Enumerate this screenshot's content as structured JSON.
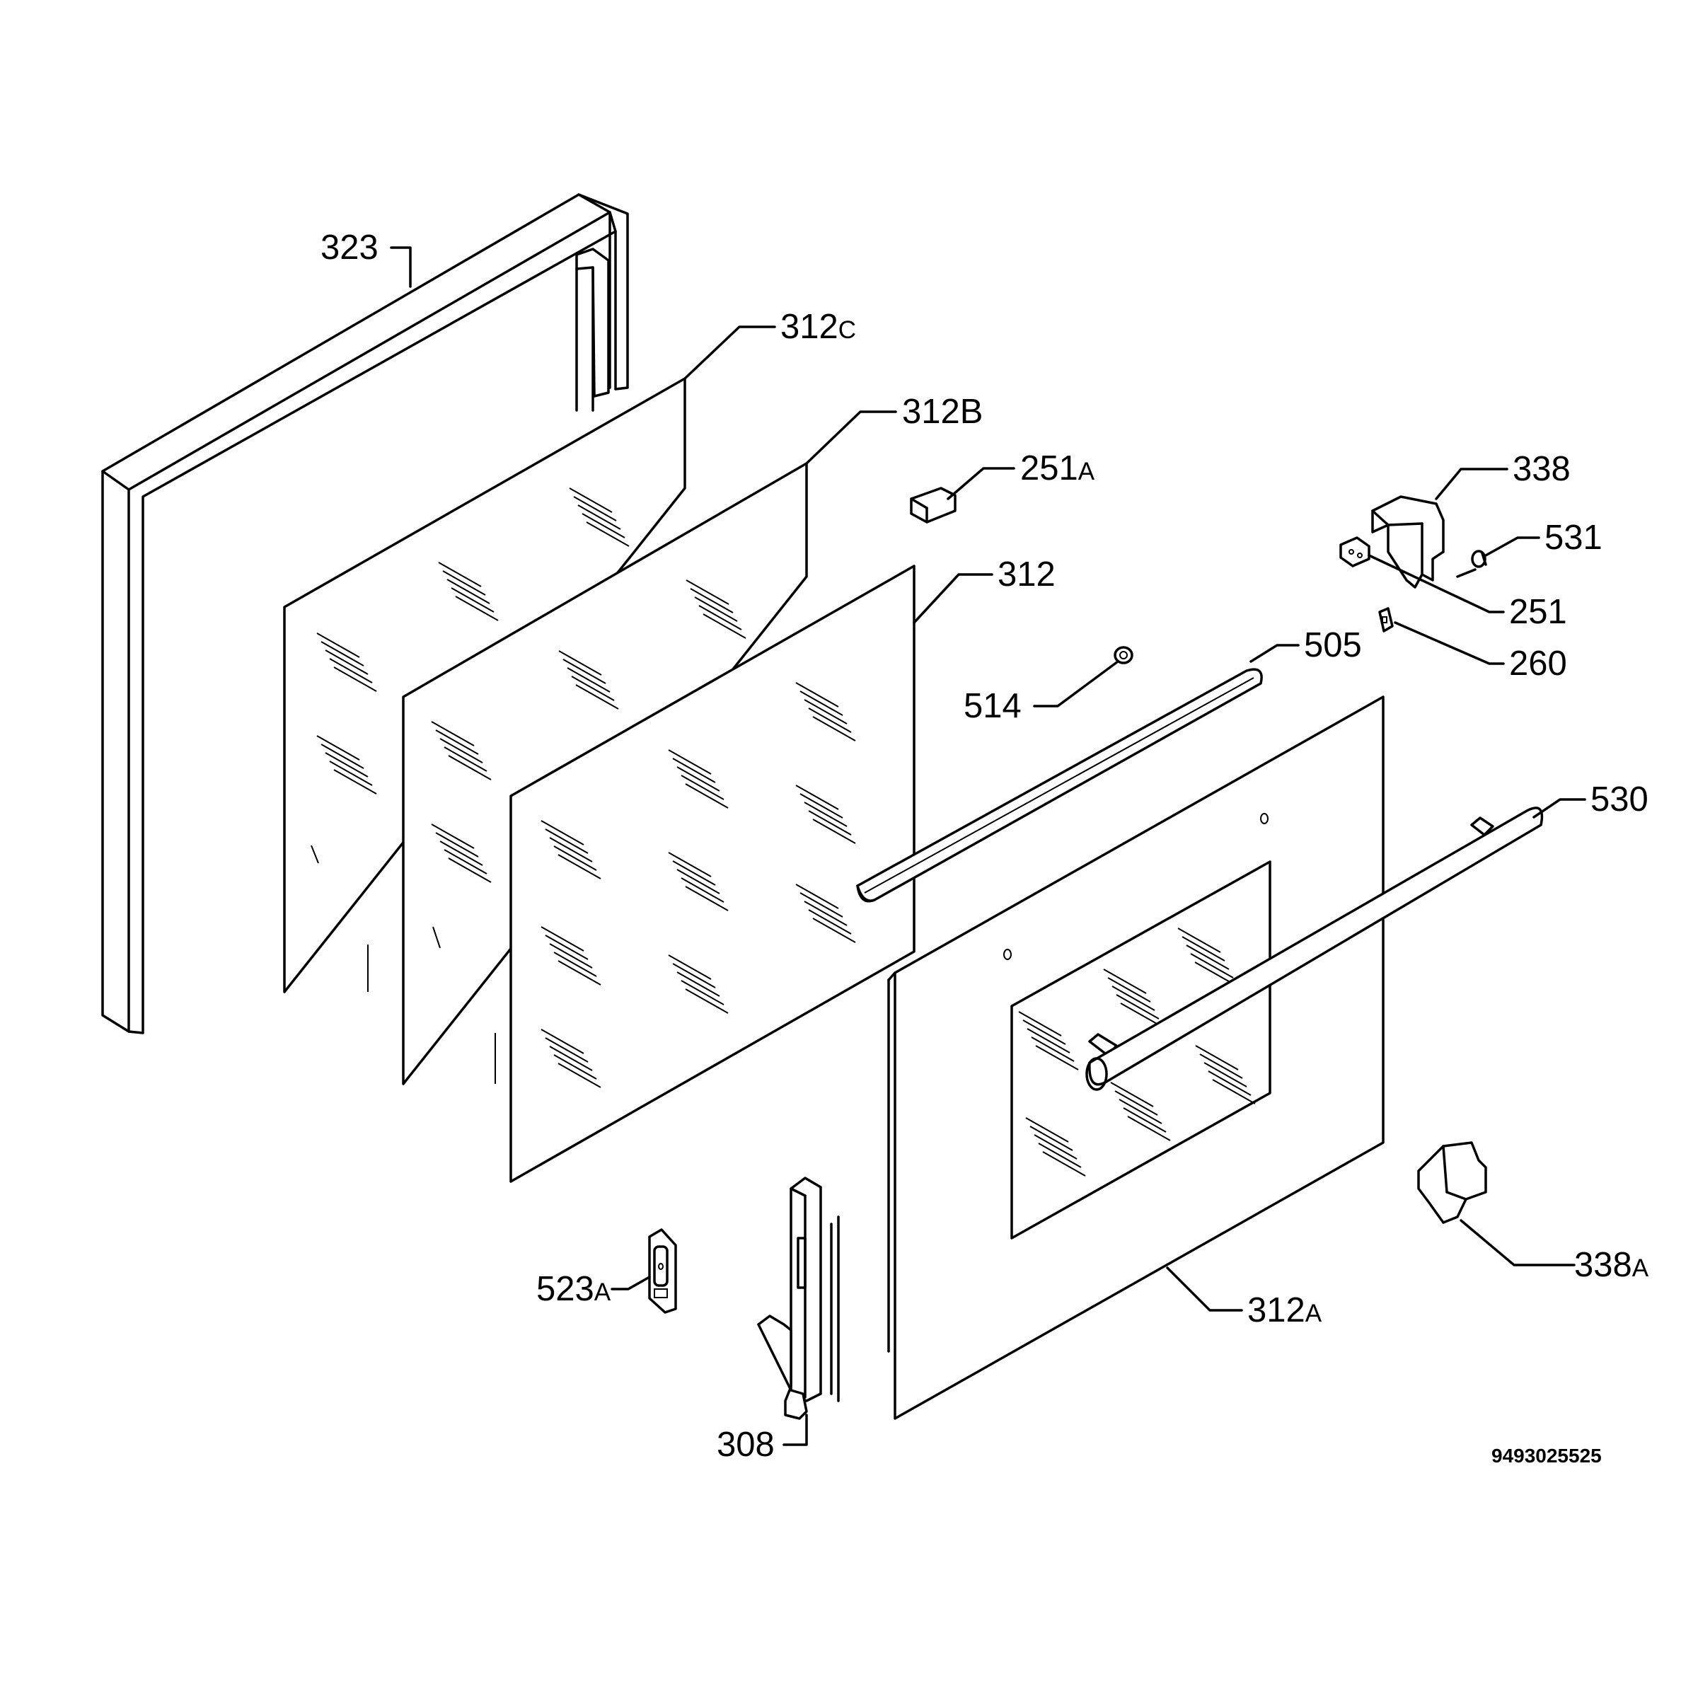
{
  "diagram_code": "9493025525",
  "callouts": [
    {
      "id": "323",
      "num": "323",
      "suffix": ""
    },
    {
      "id": "312c",
      "num": "312",
      "suffix": "C"
    },
    {
      "id": "312b",
      "num": "312B",
      "suffix": ""
    },
    {
      "id": "251a",
      "num": "251",
      "suffix": "A"
    },
    {
      "id": "338",
      "num": "338",
      "suffix": ""
    },
    {
      "id": "531",
      "num": "531",
      "suffix": ""
    },
    {
      "id": "251",
      "num": "251",
      "suffix": ""
    },
    {
      "id": "260",
      "num": "260",
      "suffix": ""
    },
    {
      "id": "312",
      "num": "312",
      "suffix": ""
    },
    {
      "id": "505",
      "num": "505",
      "suffix": ""
    },
    {
      "id": "514",
      "num": "514",
      "suffix": ""
    },
    {
      "id": "530",
      "num": "530",
      "suffix": ""
    },
    {
      "id": "338a",
      "num": "338",
      "suffix": "A"
    },
    {
      "id": "312a",
      "num": "312",
      "suffix": "A"
    },
    {
      "id": "523a",
      "num": "523",
      "suffix": "A"
    },
    {
      "id": "308",
      "num": "308",
      "suffix": ""
    }
  ]
}
